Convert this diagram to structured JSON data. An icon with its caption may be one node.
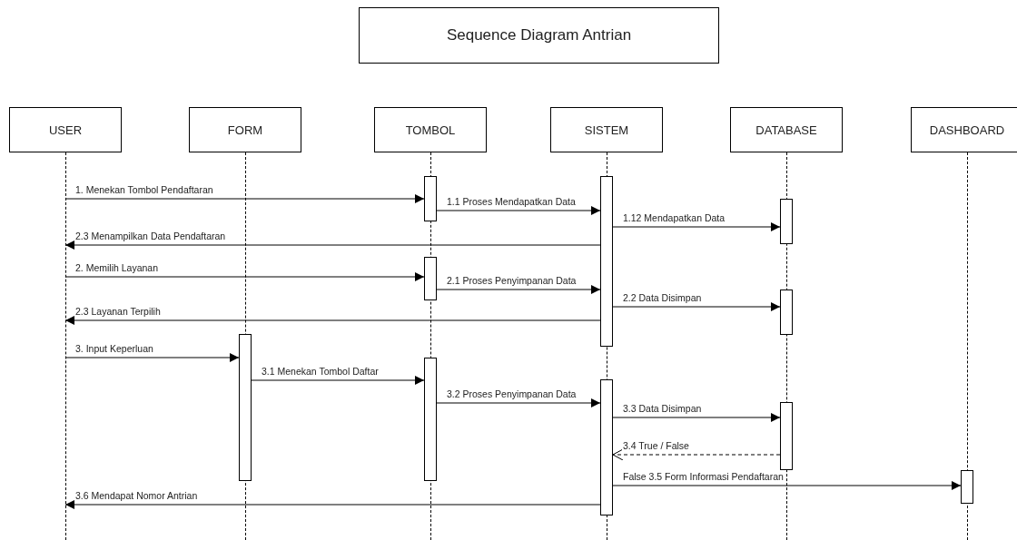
{
  "diagram": {
    "title": "Sequence Diagram Antrian",
    "nodes": [
      {
        "text": [
          "USER"
        ]
      },
      {
        "text": [
          "FORM"
        ]
      },
      {
        "text": [
          "TOMBOL"
        ]
      },
      {
        "text": [
          "SISTEM"
        ]
      },
      {
        "text": [
          "DATABASE"
        ]
      },
      {
        "text": [
          "DASHBOARD"
        ]
      },
      {
        "text": [],
        "shape": "line"
      },
      {
        "text": [],
        "shape": "line"
      },
      {
        "text": [],
        "shape": "line"
      },
      {
        "text": [],
        "shape": "line"
      },
      {
        "text": [],
        "shape": "line"
      },
      {
        "text": [],
        "shape": "line"
      },
      {
        "text": [],
        "shape": "bar"
      },
      {
        "text": [],
        "shape": "bar"
      },
      {
        "text": [],
        "shape": "bar"
      },
      {
        "text": [],
        "shape": "bar"
      },
      {
        "text": [],
        "shape": "bar"
      },
      {
        "text": [],
        "shape": "bar"
      },
      {
        "text": [],
        "shape": "bar"
      },
      {
        "text": [],
        "shape": "bar"
      },
      {
        "text": [],
        "shape": "bar"
      },
      {
        "text": [],
        "shape": "bar"
      }
    ],
    "edges": [
      {
        "from": 6,
        "to": 12,
        "arrow": "to",
        "label": "1. Menekan Tombol  Pendaftaran"
      },
      {
        "from": 12,
        "to": 13,
        "arrow": "to",
        "label": "1.1 Proses Mendapatkan Data"
      },
      {
        "from": 13,
        "to": 14,
        "arrow": "to",
        "label": "1.12 Mendapatkan Data"
      },
      {
        "from": 13,
        "to": 6,
        "arrow": "to",
        "label": "2.3 Menampilkan Data Pendaftaran"
      },
      {
        "from": 6,
        "to": 15,
        "arrow": "to",
        "label": "2. Memilih Layanan"
      },
      {
        "from": 15,
        "to": 13,
        "arrow": "to",
        "label": "2.1 Proses Penyimpanan Data"
      },
      {
        "from": 13,
        "to": 16,
        "arrow": "to",
        "label": "2.2 Data Disimpan"
      },
      {
        "from": 13,
        "to": 6,
        "arrow": "to",
        "label": "2.3 Layanan Terpilih"
      },
      {
        "from": 6,
        "to": 17,
        "arrow": "to",
        "label": "3. Input Keperluan"
      },
      {
        "from": 17,
        "to": 18,
        "arrow": "to",
        "label": "3.1 Menekan Tombol Daftar"
      },
      {
        "from": 18,
        "to": 19,
        "arrow": "to",
        "label": "3.2 Proses Penyimpanan Data"
      },
      {
        "from": 19,
        "to": 20,
        "arrow": "to",
        "label": "3.3 Data Disimpan"
      },
      {
        "from": 20,
        "to": 19,
        "arrow": "to",
        "label": "3.4 True / False",
        "style": "dashed"
      },
      {
        "from": 19,
        "to": 21,
        "arrow": "to",
        "label": "False 3.5 Form Informasi Pendaftaran"
      },
      {
        "from": 19,
        "to": 6,
        "arrow": "to",
        "label": "3.6 Mendapat Nomor Antrian"
      }
    ]
  }
}
